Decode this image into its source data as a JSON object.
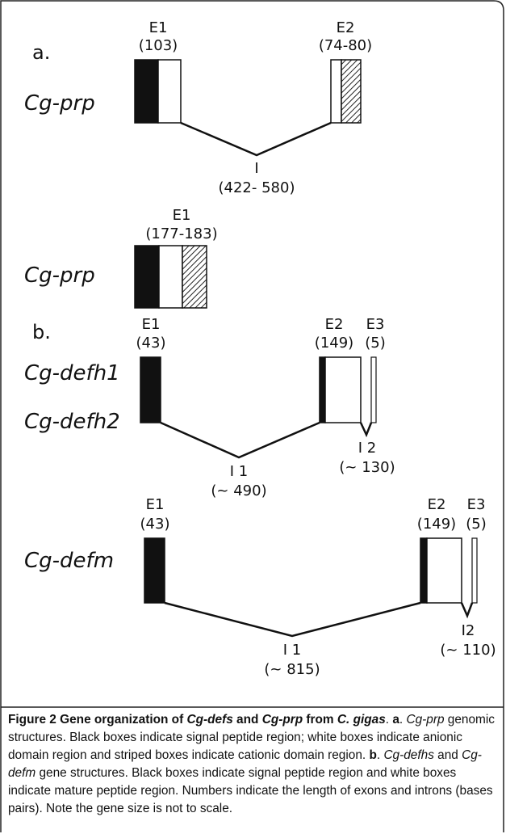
{
  "panel_a": {
    "letter": "a.",
    "gene1": {
      "name": "Cg-prp",
      "e1": {
        "name": "E1",
        "len": "(103)"
      },
      "e2": {
        "name": "E2",
        "len": "(74-80)"
      },
      "intron": {
        "name": "I",
        "len": "(422- 580)"
      }
    },
    "gene2": {
      "name": "Cg-prp",
      "e1": {
        "name": "E1",
        "len": "(177-183)"
      }
    }
  },
  "panel_b": {
    "letter": "b.",
    "defh": {
      "name1": "Cg-defh1",
      "name2": "Cg-defh2",
      "e1": {
        "name": "E1",
        "len": "(43)"
      },
      "e2": {
        "name": "E2",
        "len": "(149)"
      },
      "e3": {
        "name": "E3",
        "len": "(5)"
      },
      "i1": {
        "name": "I 1",
        "len": "(~ 490)"
      },
      "i2": {
        "name": "I 2",
        "len": "(~ 130)"
      }
    },
    "defm": {
      "name": "Cg-defm",
      "e1": {
        "name": "E1",
        "len": "(43)"
      },
      "e2": {
        "name": "E2",
        "len": "(149)"
      },
      "e3": {
        "name": "E3",
        "len": "(5)"
      },
      "i1": {
        "name": "I 1",
        "len": "(~ 815)"
      },
      "i2": {
        "name": "I2",
        "len": "(~ 110)"
      }
    }
  },
  "caption": {
    "title_1": "Figure 2 Gene organization of ",
    "title_gene1": "Cg-defs",
    "title_2": " and ",
    "title_gene2": "Cg-prp",
    "title_3": " from ",
    "title_species": "C. gigas",
    "title_4": ". ",
    "a_letter": "a",
    "a_sep": ". ",
    "a_gene": "Cg-prp",
    "a_text": " genomic structures. Black boxes indicate signal peptide region; white boxes indicate anionic domain region and striped boxes indicate cationic domain region. ",
    "b_letter": "b",
    "b_sep": ". ",
    "b_gene1": "Cg-defhs",
    "b_and": " and ",
    "b_gene2": "Cg-defm",
    "b_text": " gene structures. Black boxes indicate signal peptide region and white boxes indicate mature peptide region. Numbers indicate the length of exons and introns (bases pairs). Note the gene size is not to scale."
  }
}
